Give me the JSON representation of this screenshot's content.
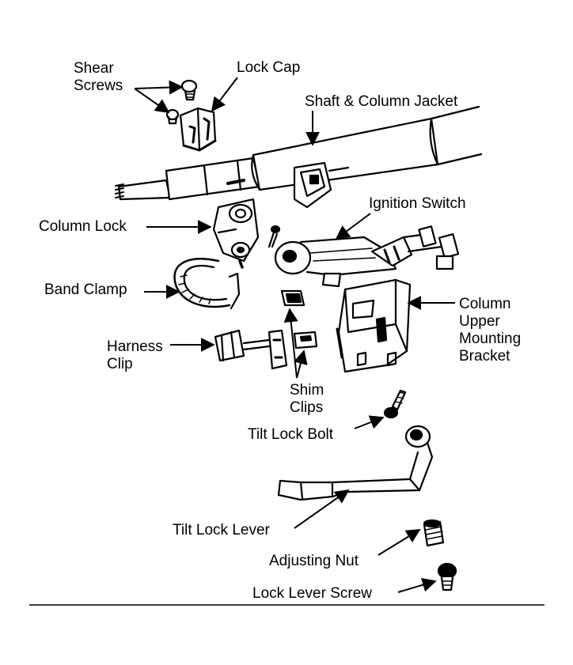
{
  "labels": {
    "shear_screws": [
      "Shear",
      "Screws"
    ],
    "lock_cap": "Lock Cap",
    "shaft_column_jacket": "Shaft & Column Jacket",
    "ignition_switch": "Ignition Switch",
    "column_lock": "Column Lock",
    "band_clamp": "Band Clamp",
    "column_upper_mounting_bracket": [
      "Column",
      "Upper",
      "Mounting",
      "Bracket"
    ],
    "harness_clip": [
      "Harness",
      "Clip"
    ],
    "shim_clips": [
      "Shim",
      "Clips"
    ],
    "tilt_lock_bolt": "Tilt Lock Bolt",
    "tilt_lock_lever": "Tilt Lock Lever",
    "adjusting_nut": "Adjusting Nut",
    "lock_lever_screw": "Lock Lever Screw"
  },
  "colors": {
    "ink": "#000000",
    "paper": "#ffffff"
  }
}
